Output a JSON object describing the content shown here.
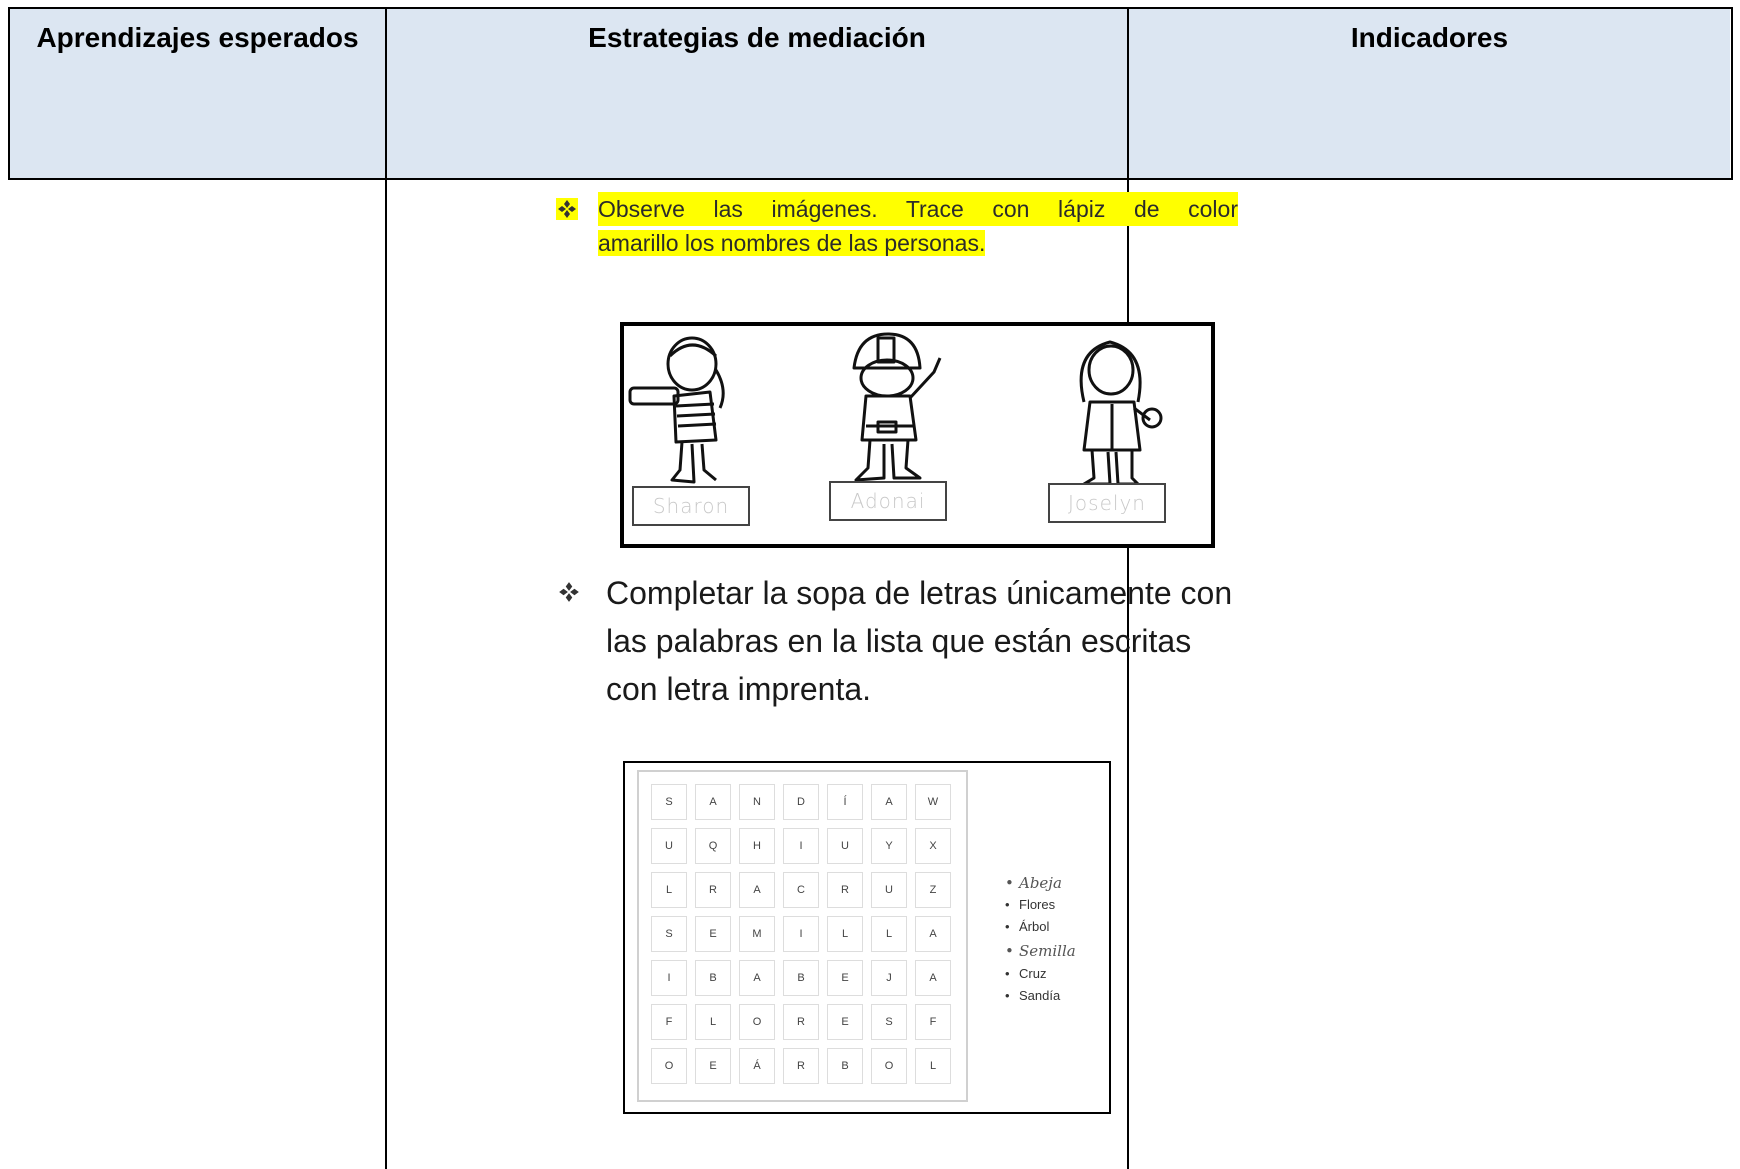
{
  "headers": {
    "col1": "Aprendizajes esperados",
    "col2": "Estrategias de mediación",
    "col3": "Indicadores"
  },
  "colors": {
    "header_bg": "#dce6f2",
    "highlight": "#ffff00"
  },
  "activity1": {
    "bullet_icon": "diamond-bullet-icon",
    "line1": "Observe las imágenes. Trace con lápiz de color",
    "line2": "amarillo los nombres de las personas.",
    "names": [
      "Sharon",
      "Adonai",
      "Joselyn"
    ]
  },
  "activity2": {
    "bullet_icon": "diamond-bullet-icon",
    "text": "Completar la sopa de letras únicamente con las palabras en la lista que están escritas con letra imprenta.",
    "grid": [
      [
        "S",
        "A",
        "N",
        "D",
        "Í",
        "A",
        "W"
      ],
      [
        "U",
        "Q",
        "H",
        "I",
        "U",
        "Y",
        "X"
      ],
      [
        "L",
        "R",
        "A",
        "C",
        "R",
        "U",
        "Z"
      ],
      [
        "S",
        "E",
        "M",
        "I",
        "L",
        "L",
        "A"
      ],
      [
        "I",
        "B",
        "A",
        "B",
        "E",
        "J",
        "A"
      ],
      [
        "F",
        "L",
        "O",
        "R",
        "E",
        "S",
        "F"
      ],
      [
        "O",
        "E",
        "Á",
        "R",
        "B",
        "O",
        "L"
      ]
    ],
    "words": [
      {
        "text": "Abeja",
        "style": "cursive"
      },
      {
        "text": "Flores",
        "style": "print"
      },
      {
        "text": "Árbol",
        "style": "print"
      },
      {
        "text": "Semilla",
        "style": "cursive"
      },
      {
        "text": "Cruz",
        "style": "print"
      },
      {
        "text": "Sandía",
        "style": "print"
      }
    ]
  }
}
